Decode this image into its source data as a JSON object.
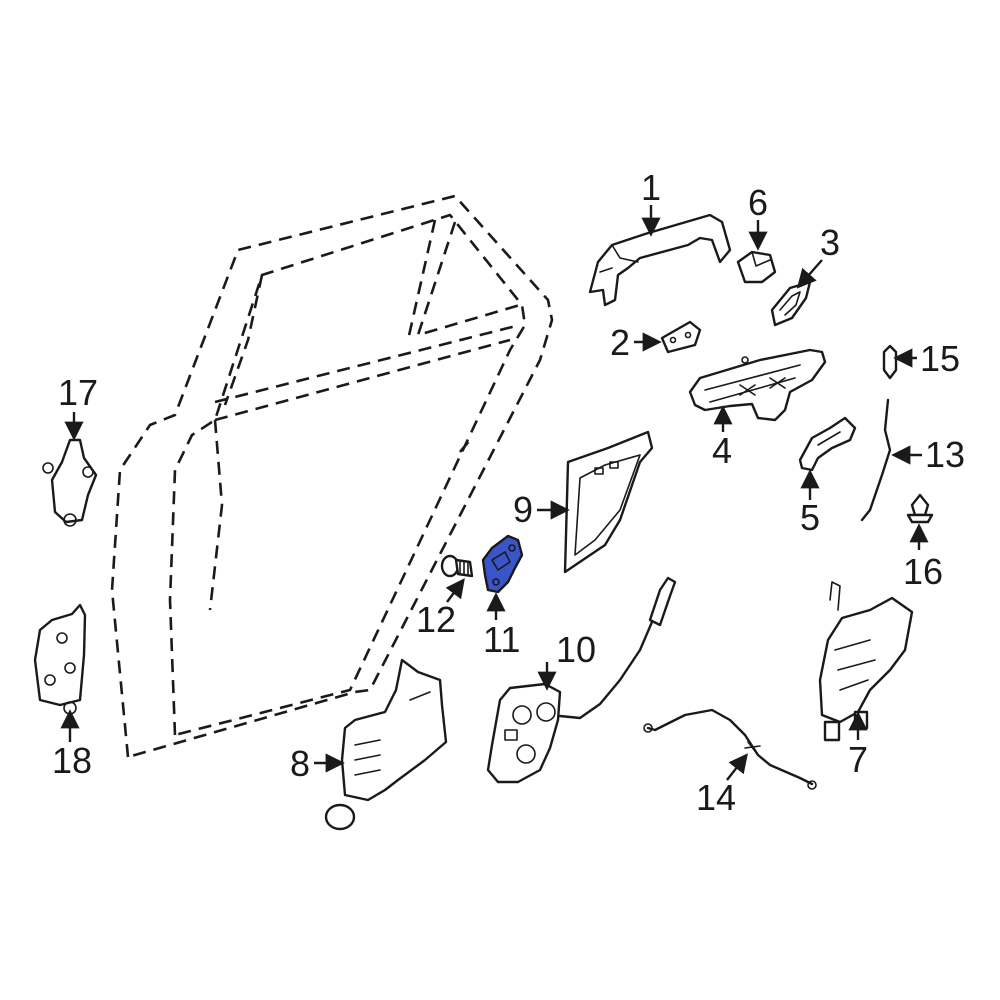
{
  "colors": {
    "line": "#1a1a1a",
    "highlight": "#3a55c8",
    "background": "#ffffff"
  },
  "callouts": {
    "c1": "1",
    "c2": "2",
    "c3": "3",
    "c4": "4",
    "c5": "5",
    "c6": "6",
    "c7": "7",
    "c8": "8",
    "c9": "9",
    "c10": "10",
    "c11": "11",
    "c12": "12",
    "c13": "13",
    "c14": "14",
    "c15": "15",
    "c16": "16",
    "c17": "17",
    "c18": "18"
  },
  "highlighted_part": "11"
}
